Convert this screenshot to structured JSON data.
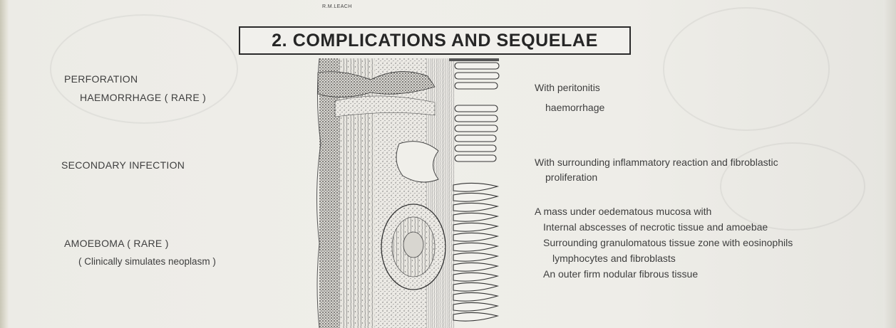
{
  "header": {
    "artist_credit": "R.M.LEACH",
    "title": "2. COMPLICATIONS AND SEQUELAE"
  },
  "labels": {
    "perforation": "PERFORATION",
    "haemorrhage": "HAEMORRHAGE ( RARE )",
    "secondary_infection": "SECONDARY INFECTION",
    "amoeboma": "AMOEBOMA ( RARE )",
    "amoeboma_note": "( Clinically simulates neoplasm )"
  },
  "descriptions": {
    "peritonitis": "With peritonitis",
    "haemorrhage": "haemorrhage",
    "infection_line1": "With surrounding inflammatory reaction and fibroblastic",
    "infection_line2": "proliferation",
    "mass_intro": "A mass under oedematous mucosa with",
    "mass_point1": "Internal abscesses of necrotic tissue and amoebae",
    "mass_point2": "Surrounding granulomatous tissue  zone with eosinophils",
    "mass_point2_cont": "lymphocytes and fibroblasts",
    "mass_point3": "An outer firm nodular fibrous tissue"
  },
  "illustration": {
    "name": "colon-wall-section-illustration"
  }
}
